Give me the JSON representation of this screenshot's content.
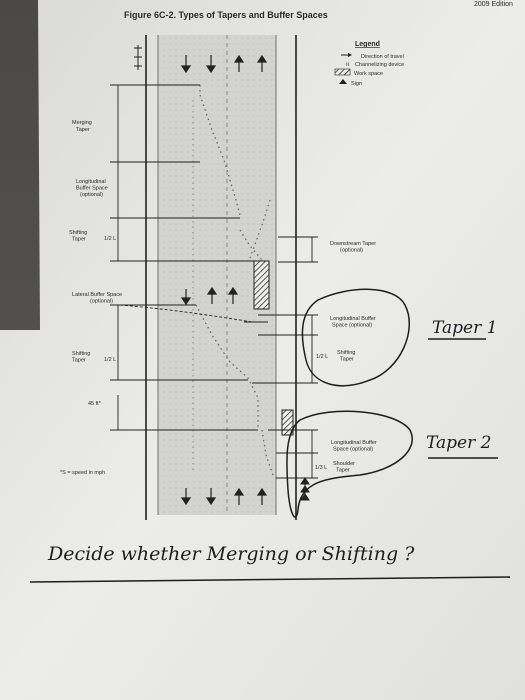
{
  "edition": "2009 Edition",
  "title": "Figure 6C-2. Types of Tapers and Buffer Spaces",
  "legend": {
    "heading": "Legend",
    "items": [
      {
        "icon": "arrow-right-icon",
        "label": "Direction of travel"
      },
      {
        "icon": "channelizing-device-icon",
        "label": "Channelizing device"
      },
      {
        "icon": "hatched-box-icon",
        "label": "Work space"
      },
      {
        "icon": "sign-icon",
        "label": "Sign"
      }
    ]
  },
  "labels": {
    "merging_taper": [
      "Merging",
      "Taper"
    ],
    "longitudinal_buffer_1": [
      "Longitudinal",
      "Buffer Space",
      "(optional)"
    ],
    "shifting_taper_1": [
      "Shifting",
      "Taper"
    ],
    "l_half_1": "1/2 L",
    "downstream_taper": [
      "Downstream Taper",
      "(optional)"
    ],
    "lateral_buffer": [
      "Lateral Buffer Space",
      "(optional)"
    ],
    "longitudinal_buffer_2": [
      "Longitudinal Buffer",
      "Space (optional)"
    ],
    "half_l_2": "1/2 L",
    "shifting_taper_2": [
      "Shifting",
      "Taper"
    ],
    "shifting_taper_3": [
      "Shifting",
      "Taper"
    ],
    "l_half_3": "1/2 L",
    "distance_45": "45 ft*",
    "longitudinal_buffer_3": [
      "Longitudinal Buffer",
      "Space (optional)"
    ],
    "third_l": "1/3 L",
    "shoulder_taper": [
      "Shoulder",
      "Taper"
    ],
    "footnote": "*S = speed in mph"
  },
  "handwritten": {
    "taper1": "Taper 1",
    "taper2": "Taper 2",
    "question": "Decide whether Merging or Shifting ?"
  },
  "colors": {
    "paper": "#e8e8e4",
    "ink": "#2a2a2a",
    "road": "#cfcfcb",
    "pen": "#1e1e22"
  }
}
